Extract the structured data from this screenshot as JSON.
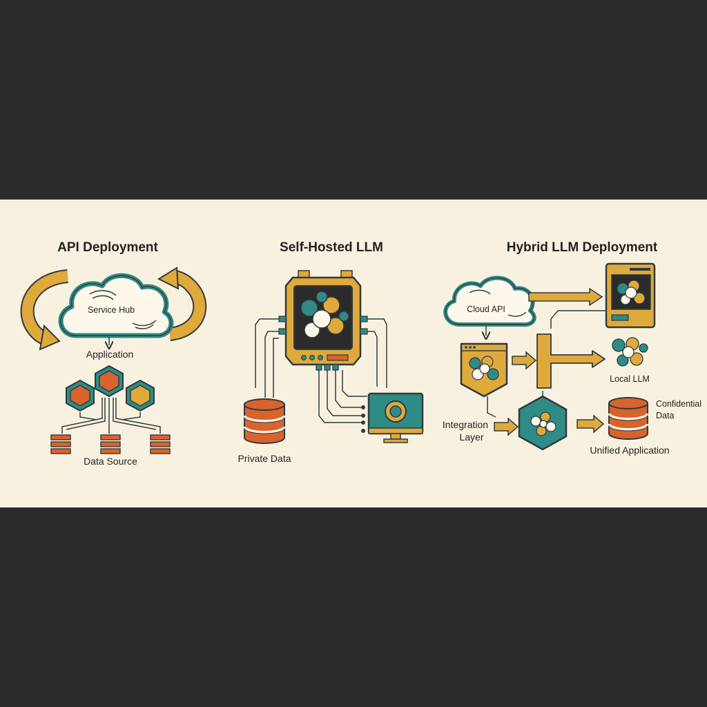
{
  "sections": {
    "api": {
      "title": "API Deployment",
      "cloud_label": "Service Hub",
      "app_label": "Application",
      "data_label": "Data Source"
    },
    "self_hosted": {
      "title": "Self-Hosted LLM",
      "data_label": "Private Data"
    },
    "hybrid": {
      "title": "Hybrid LLM Deployment",
      "cloud_label": "Cloud API",
      "local_llm_label": "Local LLM",
      "integration_label_1": "Integration",
      "integration_label_2": "Layer",
      "confidential_label_1": "Confidential",
      "confidential_label_2": "Data",
      "unified_label": "Unified Application"
    }
  },
  "colors": {
    "teal": "#2e8b86",
    "mustard": "#e0a93b",
    "orange": "#d9632c",
    "dark": "#2b2b2b",
    "outline": "#2f3a3f",
    "panel": "#f8f1df"
  }
}
